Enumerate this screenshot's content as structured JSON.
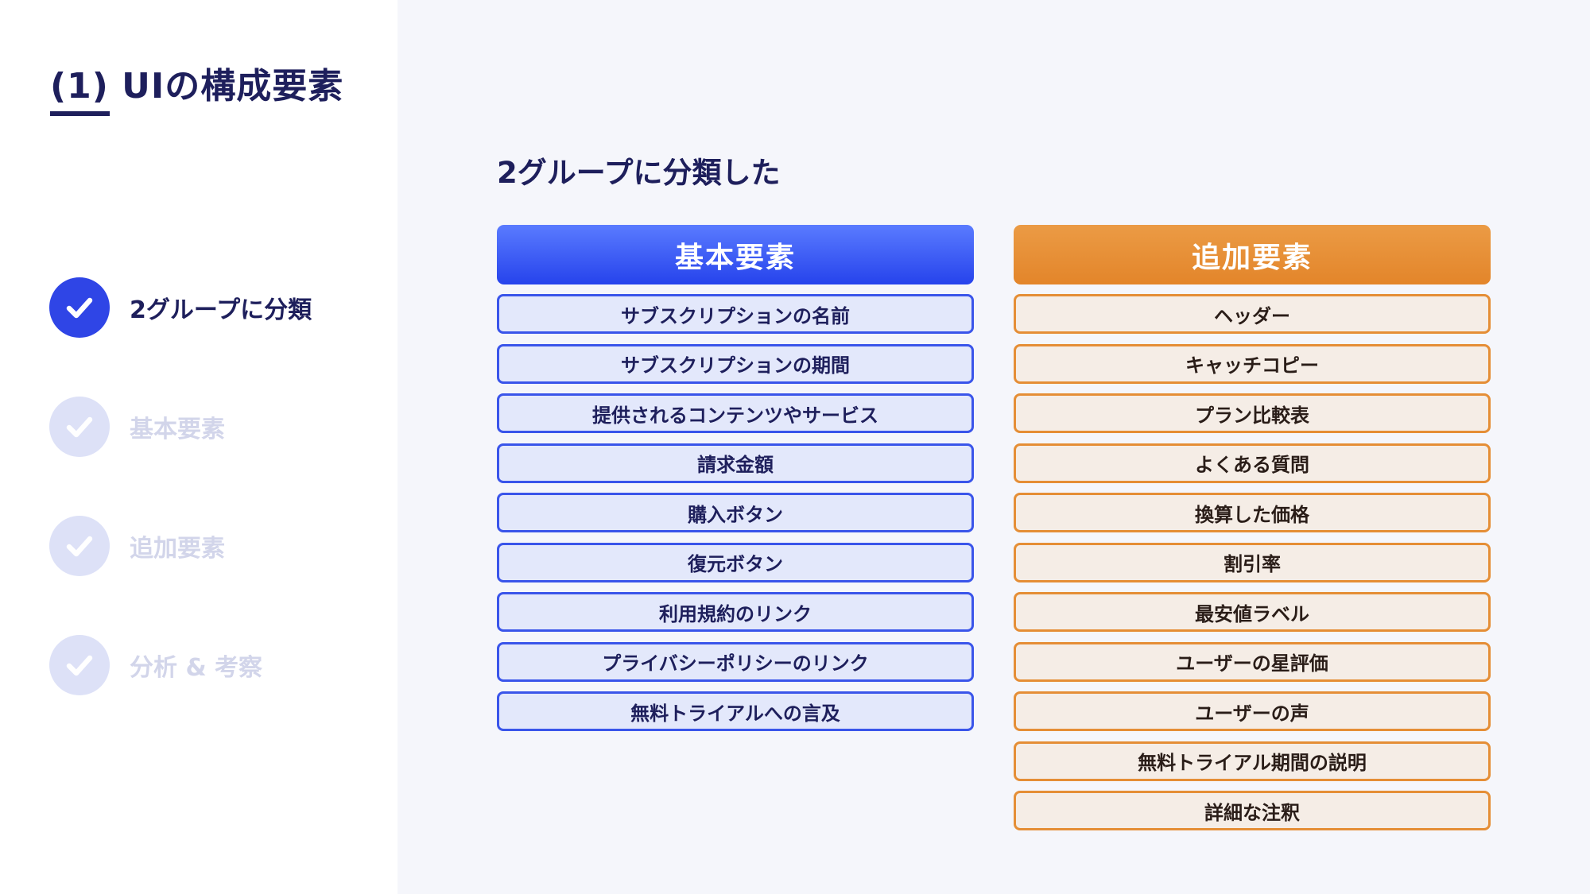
{
  "page": {
    "title": "(1) UIの構成要素",
    "subtitle": "2グループに分類した"
  },
  "steps": [
    {
      "label": "2グループに分類",
      "state": "active"
    },
    {
      "label": "基本要素",
      "state": "inactive"
    },
    {
      "label": "追加要素",
      "state": "inactive"
    },
    {
      "label": "分析 & 考察",
      "state": "inactive"
    }
  ],
  "groups": {
    "basic": {
      "title": "基本要素",
      "color": "#2f45e6",
      "items": [
        "サブスクリプションの名前",
        "サブスクリプションの期間",
        "提供されるコンテンツやサービス",
        "請求金額",
        "購入ボタン",
        "復元ボタン",
        "利用規約のリンク",
        "プライバシーポリシーのリンク",
        "無料トライアルへの言及"
      ]
    },
    "extra": {
      "title": "追加要素",
      "color": "#e58e36",
      "items": [
        "ヘッダー",
        "キャッチコピー",
        "プラン比較表",
        "よくある質問",
        "換算した価格",
        "割引率",
        "最安値ラベル",
        "ユーザーの星評価",
        "ユーザーの声",
        "無料トライアル期間の説明",
        "詳細な注釈"
      ]
    }
  },
  "icons": {
    "step": "check-icon"
  }
}
